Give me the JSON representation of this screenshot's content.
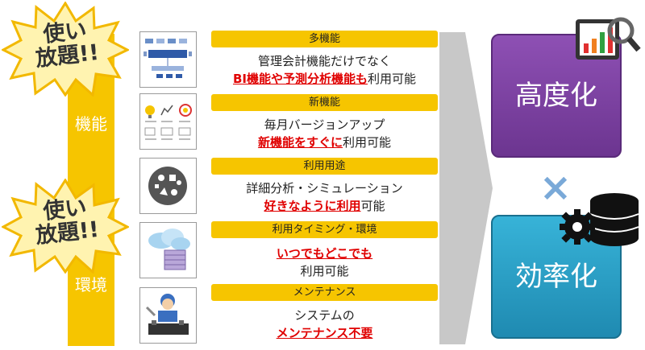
{
  "burst1": {
    "line1": "使い",
    "line2": "放題!!"
  },
  "burst2": {
    "line1": "使い",
    "line2": "放題!!"
  },
  "labels": {
    "kinou": "機能",
    "kankyo": "環境"
  },
  "items": [
    {
      "title": "多機能",
      "line1": "管理会計機能だけでなく",
      "line2_red": "BI機能や予測分析機能も",
      "line2_rest": "利用可能"
    },
    {
      "title": "新機能",
      "line1": "毎月バージョンアップ",
      "line2_red": "新機能をすぐに",
      "line2_rest": "利用可能"
    },
    {
      "title": "利用用途",
      "line1": "詳細分析・シミュレーション",
      "line2_red": "好きなように利用",
      "line2_rest": "可能"
    },
    {
      "title": "利用タイミング・環境",
      "line1_red": "いつでもどこでも",
      "line2": "利用可能"
    },
    {
      "title": "メンテナンス",
      "line1": "システムの",
      "line2_red": "メンテナンス不要"
    }
  ],
  "results": {
    "top": "高度化",
    "bottom": "効率化",
    "cross": "×"
  },
  "colors": {
    "yellow": "#f6c500",
    "purple": "#7a3f9d",
    "teal": "#2aa3c9",
    "red": "#e00000"
  }
}
